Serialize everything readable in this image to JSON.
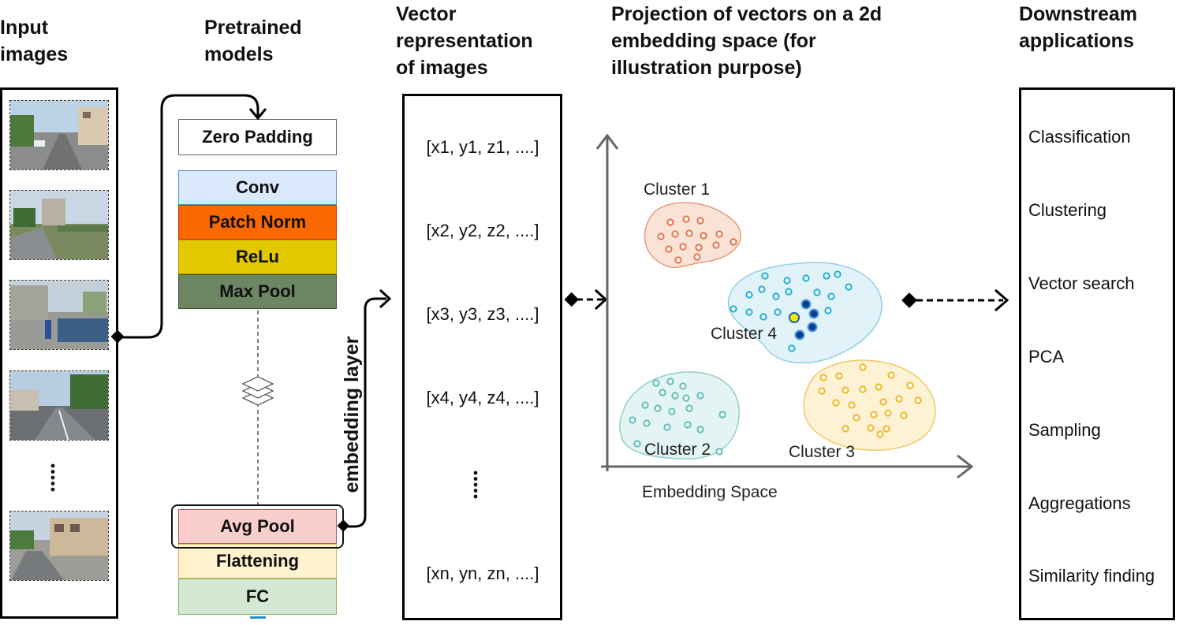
{
  "headers": {
    "input": [
      "Input",
      "images"
    ],
    "models": [
      "Pretrained",
      "models"
    ],
    "vectors": [
      "Vector",
      "representation",
      "of images"
    ],
    "projection": [
      "Projection of vectors on a 2d",
      "embedding space (for",
      "illustration purpose)"
    ],
    "downstream": [
      "Downstream",
      "applications"
    ]
  },
  "model_layers": {
    "zero_padding": "Zero Padding",
    "conv": "Conv",
    "patch_norm": "Patch Norm",
    "relu": "ReLu",
    "max_pool": "Max Pool",
    "avg_pool": "Avg Pool",
    "flattening": "Flattening",
    "fc": "FC"
  },
  "embedding_layer_label": "embedding layer",
  "vectors": [
    "[x1, y1, z1, ....]",
    "[x2, y2, z2, ....]",
    "[x3, y3, z3, ....]",
    "[x4, y4, z4, ....]",
    "[xn, yn, zn, ....]"
  ],
  "embedding_space": {
    "axis_label": "Embedding Space",
    "clusters": [
      "Cluster 1",
      "Cluster 2",
      "Cluster 3",
      "Cluster 4"
    ]
  },
  "applications": [
    "Classification",
    "Clustering",
    "Vector search",
    "PCA",
    "Sampling",
    "Aggregations",
    "Similarity finding"
  ],
  "colors": {
    "conv": "#dae8fc",
    "patch_norm": "#fa6800",
    "relu": "#e3c800",
    "max_pool": "#6d8764",
    "avg_pool": "#f8cecc",
    "flattening": "#fff2cc",
    "fc": "#d5e8d4",
    "cluster1": "#e8704a",
    "cluster2": "#5bbfb8",
    "cluster3": "#f2b61f",
    "cluster4": "#1ab0d8",
    "query_point": "#ffe600",
    "neighbor_point": "#0d3d8c"
  }
}
